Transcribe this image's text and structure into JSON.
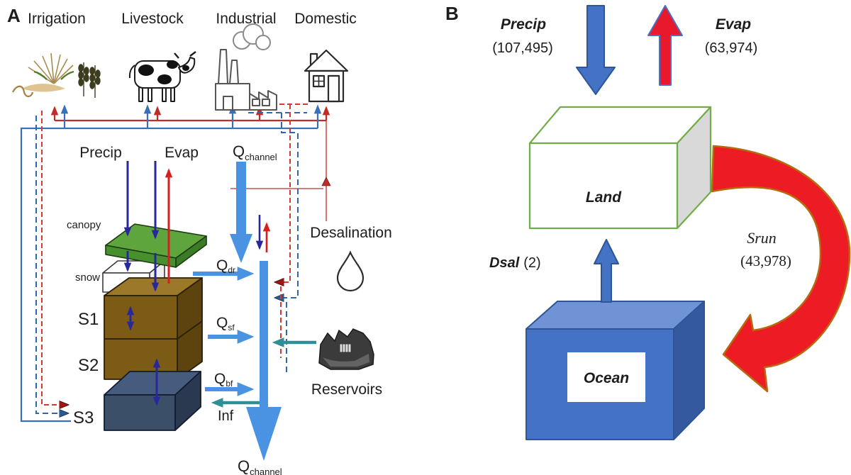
{
  "panels": {
    "a": {
      "label": "A",
      "sectors": [
        {
          "label": "Irrigation",
          "icon": "crop-sprinkler-icon"
        },
        {
          "label": "Livestock",
          "icon": "cow-icon"
        },
        {
          "label": "Industrial",
          "icon": "factory-icon"
        },
        {
          "label": "Domestic",
          "icon": "house-icon"
        }
      ],
      "atmosphere": {
        "precip": "Precip",
        "evap": "Evap"
      },
      "stores": {
        "canopy": "canopy",
        "snow": "snow",
        "s1": "S1",
        "s2": "S2",
        "s3": "S3"
      },
      "fluxes": {
        "qchannel_top": {
          "base": "Q",
          "sub": "channel"
        },
        "qdr": {
          "base": "Q",
          "sub": "dr"
        },
        "qsf": {
          "base": "Q",
          "sub": "sf"
        },
        "qbf": {
          "base": "Q",
          "sub": "bf"
        },
        "qchannel_bottom": {
          "base": "Q",
          "sub": "channel"
        },
        "inf": "Inf"
      },
      "features": {
        "desalination": "Desalination",
        "reservoirs": "Reservoirs"
      },
      "icons": {
        "desalination": "water-drop-icon",
        "reservoirs": "reservoir-icon"
      }
    },
    "b": {
      "label": "B",
      "flows": {
        "precip": {
          "name": "Precip",
          "value": "(107,495)"
        },
        "evap": {
          "name": "Evap",
          "value": "(63,974)"
        },
        "dsal": {
          "name": "Dsal",
          "value": "(2)"
        },
        "srun": {
          "name": "Srun",
          "value": "(43,978)"
        }
      },
      "boxes": {
        "land": "Land",
        "ocean": "Ocean"
      }
    }
  },
  "colors": {
    "precip_navy": "#28289b",
    "evap_red": "#d81f1f",
    "channel_blue": "#4a92e2",
    "supply_blue": "#3a6fba",
    "return_red": "#c22c27",
    "teal": "#2e8f96",
    "canopy_green": "#47902e",
    "soil_brown": "#7c5b15",
    "groundwater_slate": "#3c4f68",
    "b_blue": "#4472c4",
    "b_blue_dark": "#2f5597",
    "b_red": "#ed1c24",
    "b_red_border": "#b8690f",
    "land_green_border": "#70ad47"
  }
}
